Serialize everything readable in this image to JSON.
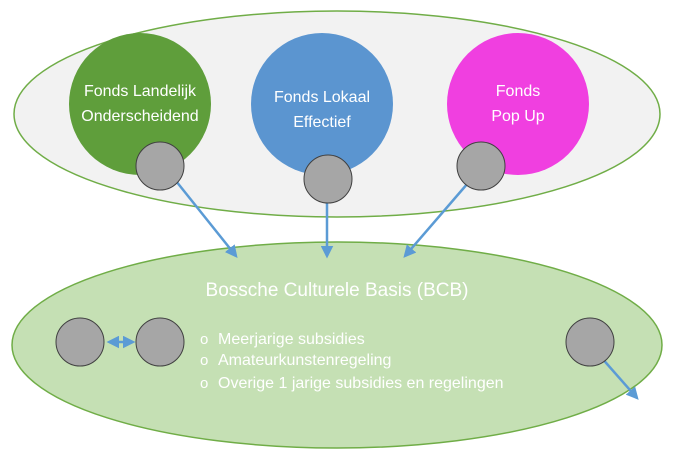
{
  "funds": [
    {
      "line1": "Fonds Landelijk",
      "line2": "Onderscheidend",
      "color": "#5f9e3b"
    },
    {
      "line1": "Fonds Lokaal",
      "line2": "Effectief",
      "color": "#5b95d0"
    },
    {
      "line1": "Fonds",
      "line2": "Pop Up",
      "color": "#f03fe0"
    }
  ],
  "base": {
    "title": "Bossche Culturele Basis (BCB)",
    "items": [
      "Meerjarige subsidies",
      "Amateurkunstenregeling",
      "Overige 1 jarige subsidies en regelingen"
    ],
    "bullet": "o"
  },
  "colors": {
    "top_ellipse_fill": "#f2f2f2",
    "top_ellipse_stroke": "#70ad47",
    "base_fill": "#c5e0b4",
    "base_stroke": "#70ad47",
    "node_fill": "#a6a6a6",
    "node_stroke": "#404040",
    "arrow": "#5b9bd5",
    "text_light": "#ffffff"
  }
}
